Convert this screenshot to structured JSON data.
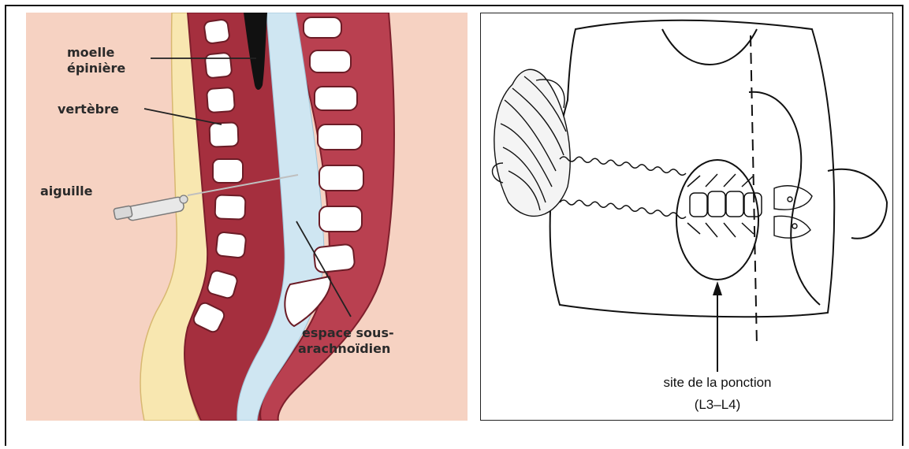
{
  "left_diagram": {
    "labels": {
      "spinal_cord_line1": "moelle",
      "spinal_cord_line2": "épinière",
      "vertebra": "vertèbre",
      "needle": "aiguille",
      "space_line1": "espace sous-",
      "space_line2": "arachnoïdien"
    },
    "colors": {
      "background": "#f6d2c2",
      "skin": "#f8e7b0",
      "spine": "#b23a4a",
      "csf_space": "#cfe6f2",
      "cord": "#111111"
    }
  },
  "right_diagram": {
    "labels": {
      "site_line1": "site de la ponction",
      "site_line2": "(L3–L4)"
    }
  }
}
